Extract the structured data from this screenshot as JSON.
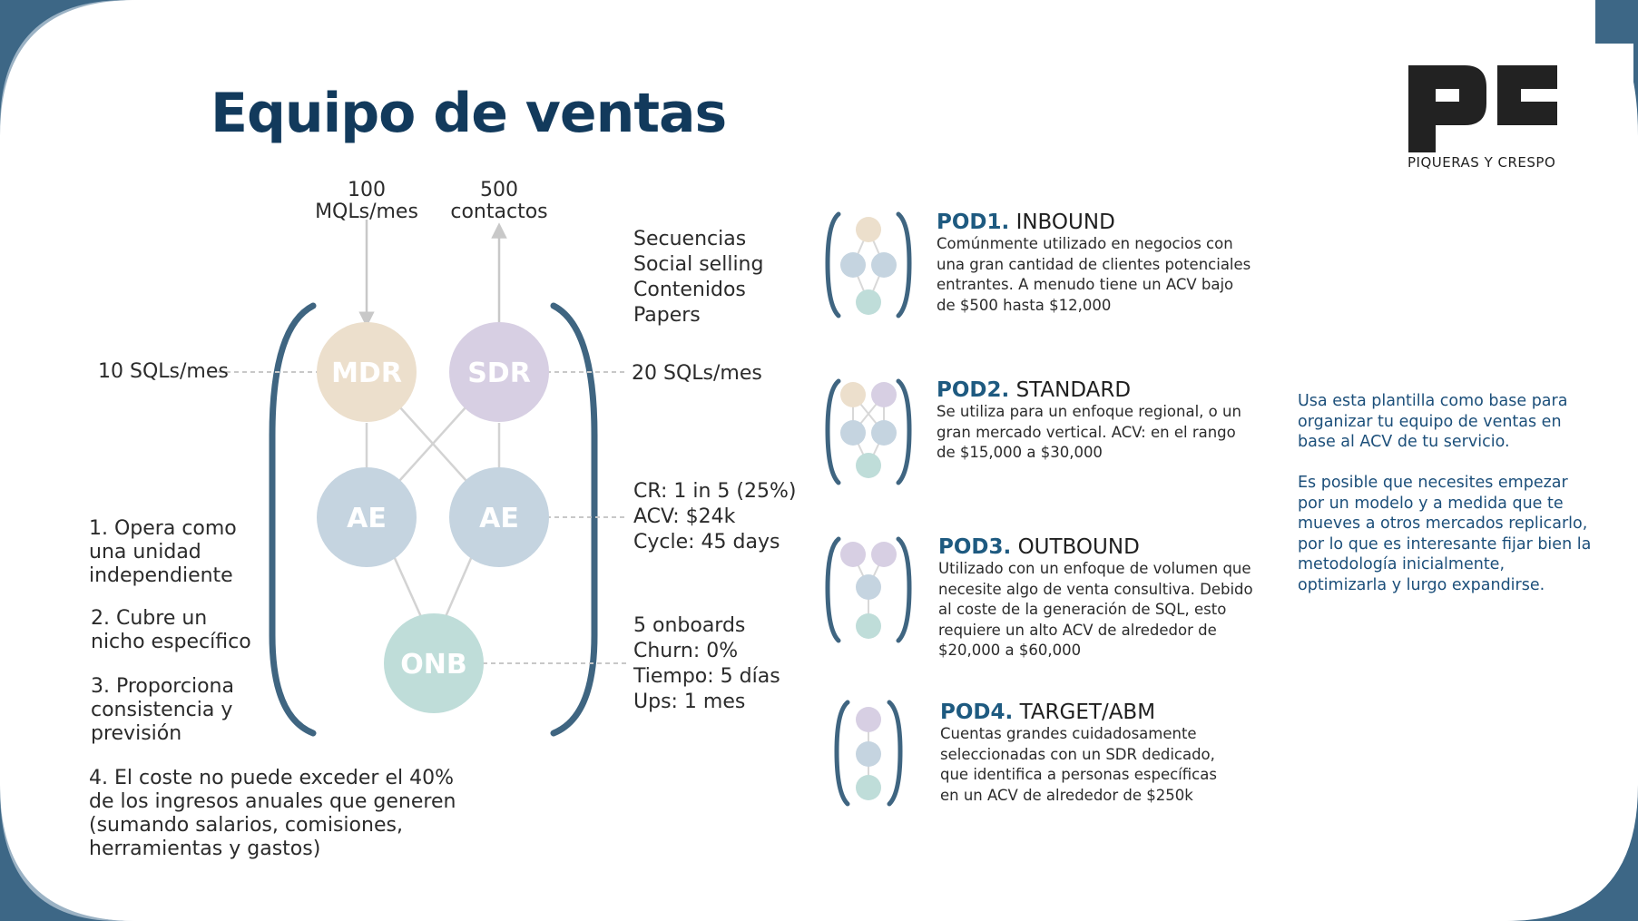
{
  "title": "Equipo de ventas",
  "logo": {
    "caption": "PIQUERAS Y CRESPO"
  },
  "colors": {
    "navy": "#123a5c",
    "frame": "#3d6786",
    "bracket": "#3f6581",
    "mdr": "#ecdfcc",
    "sdr": "#d7cfe3",
    "ae": "#c5d4e0",
    "onb": "#bfddd9"
  },
  "diagram": {
    "top_inputs": [
      {
        "line1": "100",
        "line2": "MQLs/mes"
      },
      {
        "line1": "500",
        "line2": "contactos"
      }
    ],
    "nodes": {
      "mdr": "MDR",
      "sdr": "SDR",
      "ae_left": "AE",
      "ae_right": "AE",
      "onb": "ONB"
    },
    "left_sql": "10 SQLs/mes",
    "right_sql": "20 SQLs/mes",
    "tactics": [
      "Secuencias",
      "Social selling",
      "Contenidos",
      "Papers"
    ],
    "ae_metrics": [
      "CR: 1 in 5 (25%)",
      "ACV: $24k",
      "Cycle: 45 days"
    ],
    "onb_metrics": [
      "5 onboards",
      "Churn: 0%",
      "Tiempo: 5 días",
      "Ups: 1 mes"
    ]
  },
  "principles": [
    "1. Opera como\nuna unidad\nindependiente",
    "2. Cubre un\nnicho específico",
    "3. Proporciona\nconsistencia y\nprevisión",
    "4. El coste no puede exceder el 40%\nde los ingresos anuales que generen\n(sumando salarios, comisiones,\nherramientas y gastos)"
  ],
  "pods": [
    {
      "code": "POD1.",
      "name": "INBOUND",
      "description": "Comúnmente utilizado en negocios con\nuna gran cantidad de clientes potenciales\nentrantes. A menudo tiene un ACV bajo\nde $500 hasta $12,000"
    },
    {
      "code": "POD2.",
      "name": "STANDARD",
      "description": "Se utiliza para un enfoque regional, o un\ngran mercado vertical. ACV: en el rango\nde $15,000 a $30,000"
    },
    {
      "code": "POD3.",
      "name": "OUTBOUND",
      "description": "Utilizado con un enfoque de volumen que\nnecesite algo de venta consultiva. Debido\nal coste de la generación de SQL, esto\nrequiere un alto ACV de alrededor de\n$20,000 a $60,000"
    },
    {
      "code": "POD4.",
      "name": "TARGET/ABM",
      "description": "Cuentas grandes cuidadosamente\nseleccionadas con un SDR dedicado,\nque identifica a personas específicas\nen un ACV de alrededor de $250k"
    }
  ],
  "side_notes": [
    "Usa esta plantilla como base para\norganizar tu equipo de ventas en\nbase al ACV de tu servicio.",
    "Es posible que necesites empezar\npor un modelo y a medida que te\nmueves a otros mercados replicarlo,\npor lo que es interesante fijar bien la\nmetodología inicialmente,\noptimizarla y lurgo expandirse."
  ]
}
